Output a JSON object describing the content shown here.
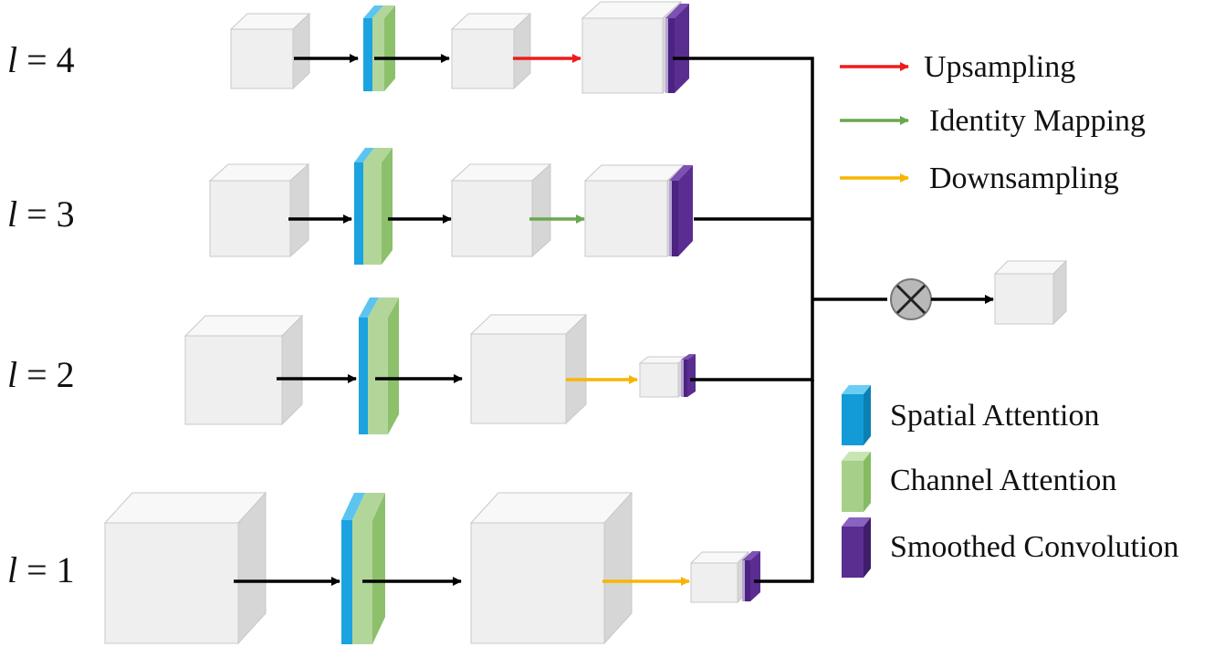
{
  "rows": [
    {
      "l": "l",
      "eq": " = 4"
    },
    {
      "l": "l",
      "eq": " = 3"
    },
    {
      "l": "l",
      "eq": " = 2"
    },
    {
      "l": "l",
      "eq": " = 1"
    }
  ],
  "legend_arrows": [
    {
      "label": "Upsampling",
      "color": "#ee1c1c"
    },
    {
      "label": "Identity Mapping",
      "color": "#6aa84f"
    },
    {
      "label": "Downsampling",
      "color": "#f7b500"
    }
  ],
  "legend_blocks": [
    {
      "label": "Spatial Attention"
    },
    {
      "label": "Channel Attention"
    },
    {
      "label": "Smoothed Convolution"
    }
  ],
  "colors": {
    "cube_front": "#efefef",
    "cube_side": "#d6d6d6",
    "cube_top": "#f8f8f8",
    "cube_stroke": "#c8c8c8",
    "spatial_front": "#1aa3e0",
    "spatial_top": "#5cc4ef",
    "channel_front": "#8cc06a",
    "channel_light": "#b2d69a",
    "smoothed": "#5a2d91",
    "smoothed_light": "#7d50b4",
    "arrow_black": "#000000",
    "multiply_node": "#b9b9b9"
  }
}
